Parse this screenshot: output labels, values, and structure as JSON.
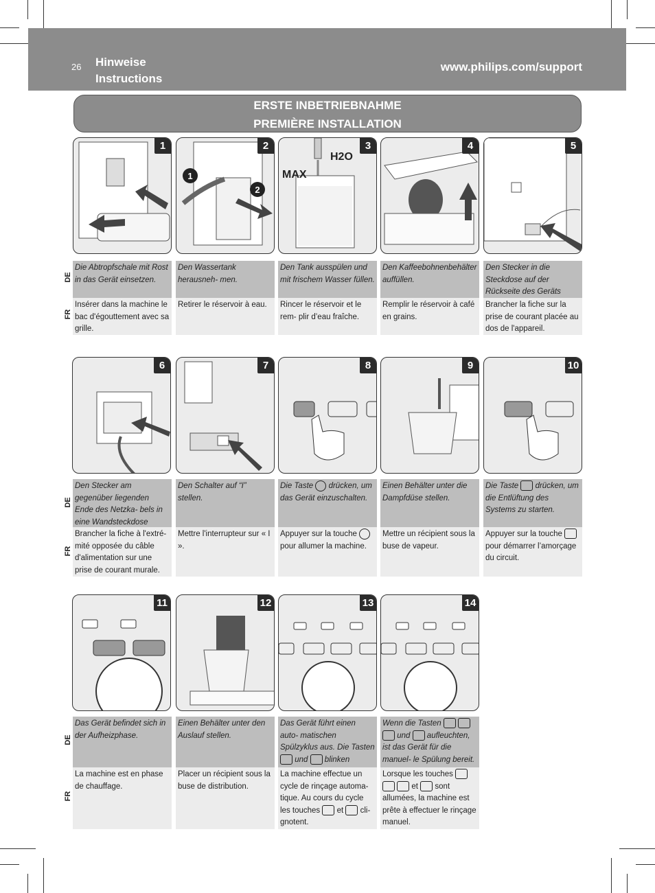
{
  "header": {
    "page_number": "26",
    "title_de": "Hinweise",
    "title_fr": "Instructions",
    "url": "www.philips.com/support"
  },
  "banner": {
    "line1": "ERSTE INBETRIEBNAHME",
    "line2": "PREMIÈRE INSTALLATION"
  },
  "lang": {
    "de": "DE",
    "fr": "FR"
  },
  "steps": [
    {
      "num": "1",
      "de": "Die Abtropfschale mit Rost in das Gerät einsetzen.",
      "fr": "Insérer dans la machine le bac d'égouttement avec sa grille."
    },
    {
      "num": "2",
      "de": "Den Wassertank herausneh- men.",
      "fr": "Retirer le réservoir à eau.",
      "label1": "1",
      "label2": "2"
    },
    {
      "num": "3",
      "de": "Den Tank ausspülen und mit frischem Wasser füllen.",
      "fr": "Rincer le réservoir et le rem- plir d’eau fraîche.",
      "max": "MAX",
      "h2o": "H2O"
    },
    {
      "num": "4",
      "de": "Den Kaffeebohnenbehälter auffüllen.",
      "fr": "Remplir le réservoir à café en grains."
    },
    {
      "num": "5",
      "de": "Den Stecker in die Steckdose auf der Rückseite des Geräts einstecken.",
      "fr": "Brancher la fiche sur la prise de courant placée au dos de l'appareil."
    },
    {
      "num": "6",
      "de": "Den Stecker am gegenüber liegenden Ende des Netzka- bels in eine Wandsteckdose einstecken.",
      "fr": "Brancher la fiche à l'extré- mité opposée du câble d'alimentation sur une prise de courant murale."
    },
    {
      "num": "7",
      "de": "Den Schalter auf “I” stellen.",
      "fr": "Mettre l'interrupteur sur « I »."
    },
    {
      "num": "8",
      "de_a": "Die Taste",
      "de_b": "drücken, um das Gerät einzuschalten.",
      "fr_a": "Appuyer sur la touche",
      "fr_b": "pour allumer la machine."
    },
    {
      "num": "9",
      "de": "Einen Behälter unter die Dampfdüse stellen.",
      "fr": "Mettre un récipient sous la buse de vapeur."
    },
    {
      "num": "10",
      "de_a": "Die Taste",
      "de_b": "drücken, um die Entlüftung des Systems zu starten.",
      "fr_a": "Appuyer sur la touche",
      "fr_b": "pour démarrer l’amorçage du circuit."
    },
    {
      "num": "11",
      "de": "Das Gerät befindet sich in der Aufheizphase.",
      "fr": "La machine est en phase de chauffage."
    },
    {
      "num": "12",
      "de": "Einen Behälter unter den Auslauf stellen.",
      "fr": "Placer un récipient sous la buse de distribution."
    },
    {
      "num": "13",
      "de_a": "Das Gerät führt einen auto- matischen Spülzyklus aus. Die Tasten",
      "de_b": "und",
      "de_c": "blinken während des Zyklus.",
      "fr_a": "La machine effectue un cycle de rinçage automa- tique. Au cours du cycle les touches",
      "fr_b": "et",
      "fr_c": "cli- gnotent."
    },
    {
      "num": "14",
      "de_a": "Wenn die Tasten",
      "de_b": "und",
      "de_c": "aufleuchten, ist das Gerät für die manuel- le Spülung bereit.",
      "fr_a": "Lorsque les touches",
      "fr_b": "et",
      "fr_c": "sont allumées, la machine est prête à effectuer le rinçage manuel."
    }
  ]
}
